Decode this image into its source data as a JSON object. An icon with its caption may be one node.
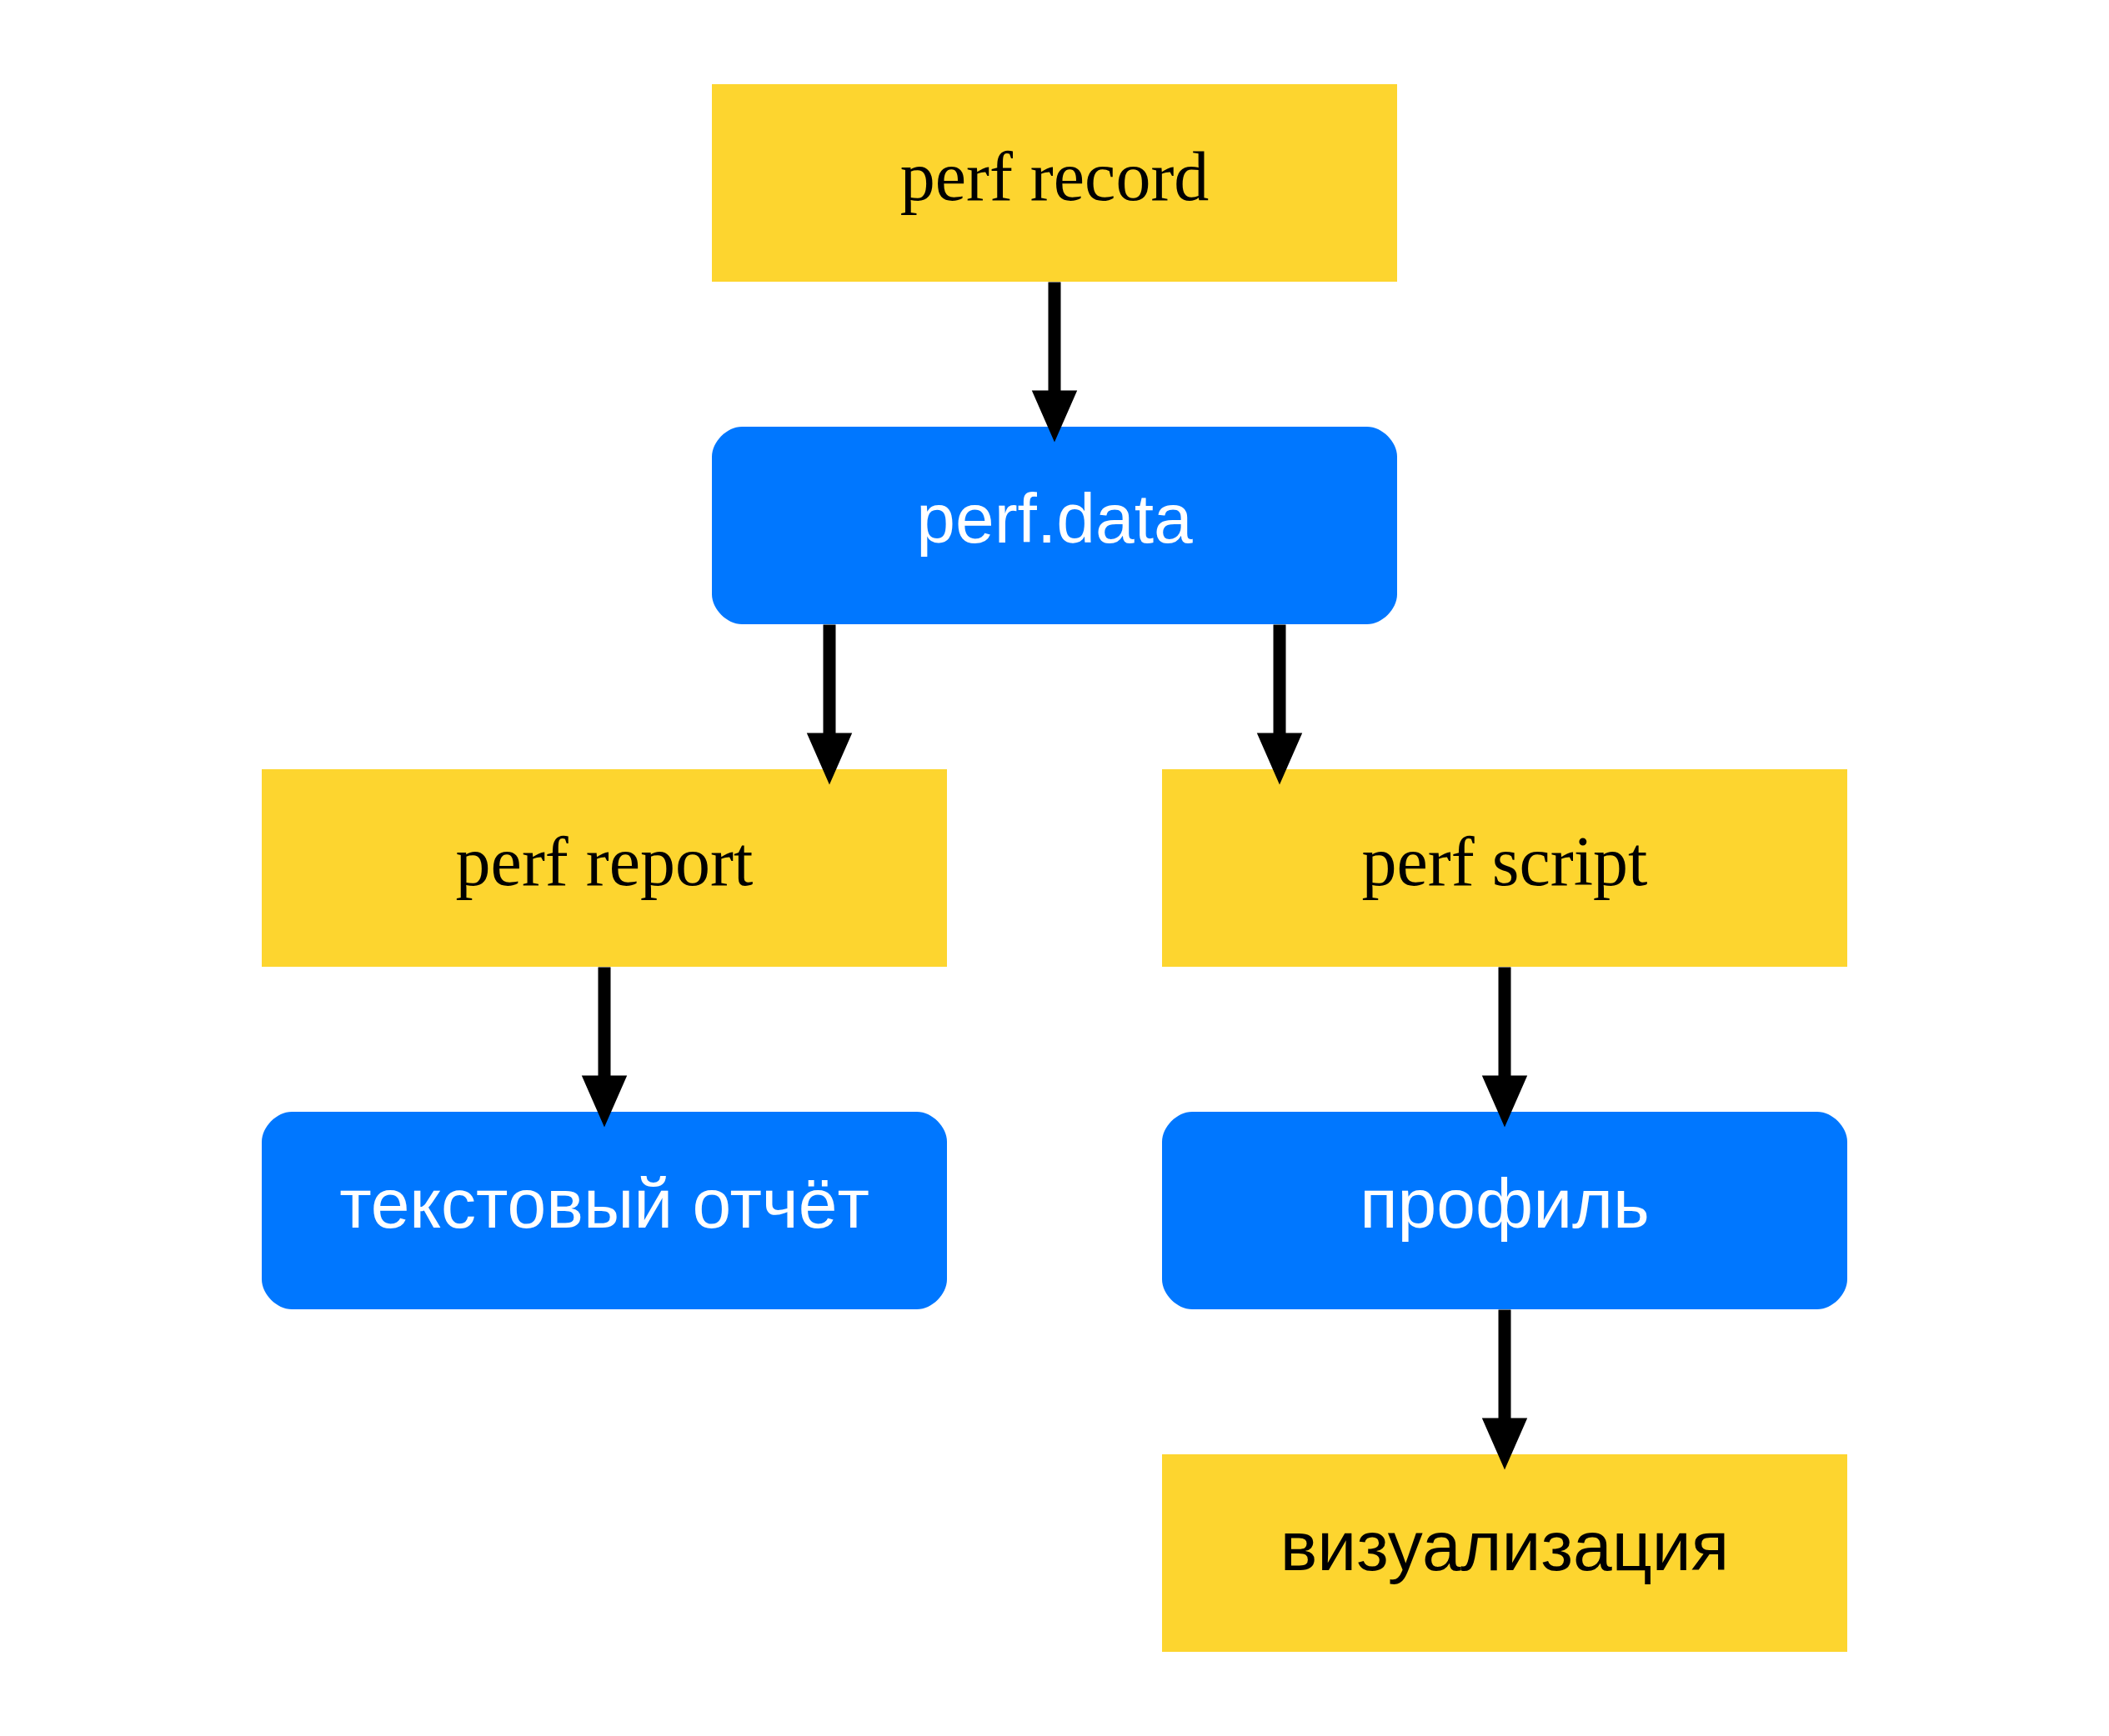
{
  "diagram": {
    "nodes": [
      {
        "text": [
          "perf record"
        ]
      },
      {
        "text": [
          "perf.data"
        ]
      },
      {
        "text": [
          "perf report"
        ]
      },
      {
        "text": [
          "perf script"
        ]
      },
      {
        "text": [
          "текстовый отчёт"
        ]
      },
      {
        "text": [
          "профиль"
        ]
      },
      {
        "text": [
          "визуализация"
        ]
      }
    ],
    "edges": [
      {
        "from": 0,
        "to": 1,
        "arrow": "to"
      },
      {
        "from": 1,
        "to": 2,
        "arrow": "to"
      },
      {
        "from": 1,
        "to": 3,
        "arrow": "to"
      },
      {
        "from": 2,
        "to": 4,
        "arrow": "to"
      },
      {
        "from": 3,
        "to": 5,
        "arrow": "to"
      },
      {
        "from": 5,
        "to": 6,
        "arrow": "to"
      }
    ]
  }
}
